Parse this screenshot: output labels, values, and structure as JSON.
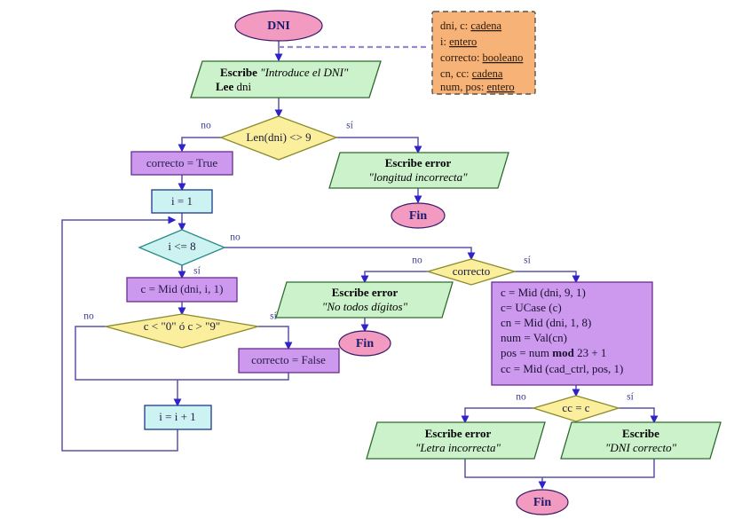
{
  "diagram": {
    "title": "Validacion de DNI - diagrama de flujo",
    "language": "es"
  },
  "colors": {
    "terminal_fill": "#f29ac0",
    "terminal_stroke": "#3b1a6b",
    "io_fill": "#ccf2cc",
    "io_stroke": "#2d6b2d",
    "process_purple_fill": "#cc99ee",
    "process_purple_stroke": "#6b2d8e",
    "process_cyan_fill": "#ccf2f2",
    "process_cyan_stroke": "#1b3a8a",
    "decision_yellow_fill": "#fbee9c",
    "decision_yellow_stroke": "#8a8a2d",
    "decision_cyan_fill": "#ccf2f2",
    "decision_cyan_stroke": "#2d8a8a",
    "legend_fill": "#f6b277",
    "legend_stroke": "#555555",
    "connector": "#5a52a8",
    "connector_dashed": "#9a86c8"
  },
  "nodes": {
    "start": {
      "label": "DNI"
    },
    "read_dni": {
      "line1_kw": "Escribe",
      "line1_text": "\"Introduce el DNI\"",
      "line2_kw": "Lee",
      "line2_text": "dni"
    },
    "len_check": {
      "label": "Len(dni) <> 9"
    },
    "err_length": {
      "line1": "Escribe error",
      "line2": "\"longitud incorrecta\""
    },
    "end_length": {
      "label": "Fin"
    },
    "set_correcto_true": {
      "label": "correcto = True"
    },
    "init_i": {
      "label": "i = 1"
    },
    "loop_check": {
      "label": "i <= 8"
    },
    "get_char": {
      "label": "c = Mid (dni, i, 1)"
    },
    "digit_check": {
      "label": "c < \"0\" ó c > \"9\""
    },
    "set_correcto_false": {
      "label": "correcto = False"
    },
    "inc_i": {
      "label": "i = i + 1"
    },
    "correcto_check": {
      "label": "correcto"
    },
    "err_digits": {
      "line1": "Escribe error",
      "line2": "\"No todos dígitos\""
    },
    "end_digits": {
      "label": "Fin"
    },
    "compute_letter": {
      "lines": [
        "c = Mid (dni, 9, 1)",
        "c= UCase (c)",
        "cn = Mid (dni, 1, 8)",
        "num = Val(cn)",
        "pos = num mod 23 + 1",
        "cc = Mid (cad_ctrl, pos, 1)"
      ],
      "line5_pre": "pos = num ",
      "line5_kw": "mod",
      "line5_post": " 23 + 1"
    },
    "letter_check": {
      "label": "cc = c"
    },
    "err_letter": {
      "line1": "Escribe error",
      "line2": "\"Letra incorrecta\""
    },
    "ok_dni": {
      "line1": "Escribe",
      "line2": "\"DNI correcto\""
    },
    "end_final": {
      "label": "Fin"
    }
  },
  "edge_labels": {
    "len_no": "no",
    "len_si": "sí",
    "loop_no": "no",
    "loop_si": "sí",
    "digit_no": "no",
    "digit_si": "sí",
    "correcto_no": "no",
    "correcto_si": "sí",
    "letter_no": "no",
    "letter_si": "sí"
  },
  "legend": {
    "lines": [
      {
        "plain": "dni, c: ",
        "underlined": "cadena"
      },
      {
        "plain": "i: ",
        "underlined": "entero"
      },
      {
        "plain": "correcto: ",
        "underlined": "booleano"
      },
      {
        "plain": "cn, cc: ",
        "underlined": "cadena"
      },
      {
        "plain": "num, pos: ",
        "underlined": "entero"
      }
    ]
  }
}
